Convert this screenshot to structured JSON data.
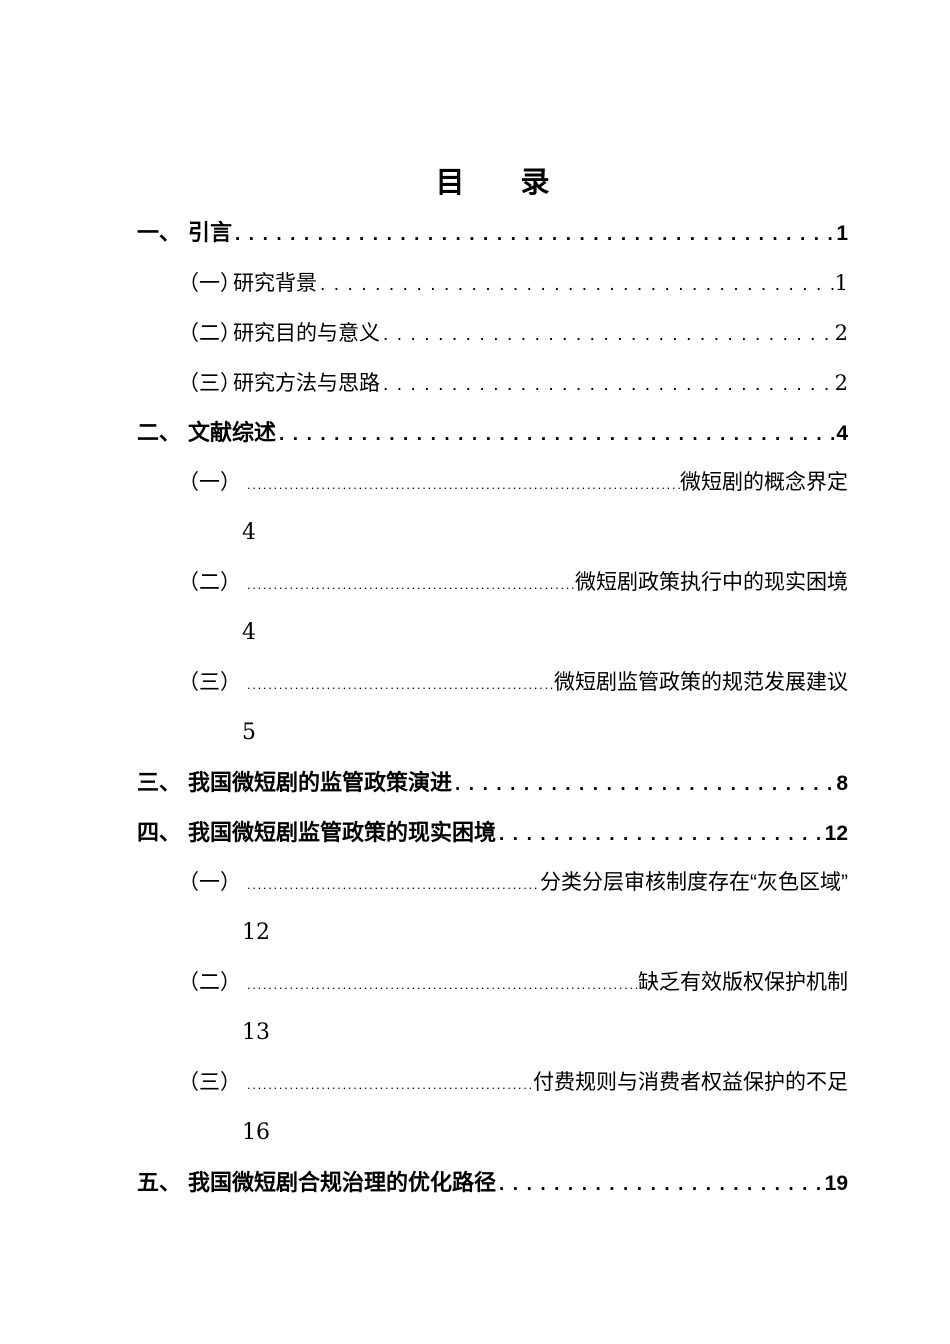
{
  "title": {
    "char1": "目",
    "char2": "录"
  },
  "dots": {
    "char": ".",
    "spaced_repeat": 140,
    "dense_repeat": 400
  },
  "toc": {
    "entries": [
      {
        "type": "h1",
        "num": "一、",
        "title": "引言",
        "page": "1"
      },
      {
        "type": "sub",
        "num": "（一）",
        "title": "研究背景",
        "page": "1"
      },
      {
        "type": "sub",
        "num": "（二）",
        "title": "研究目的与意义",
        "page": "2"
      },
      {
        "type": "sub",
        "num": "（三）",
        "title": "研究方法与思路",
        "page": "2"
      },
      {
        "type": "h1",
        "num": "二、",
        "title": "文献综述",
        "page": "4"
      },
      {
        "type": "wrapped",
        "num": "（一）",
        "title": "微短剧的概念界定",
        "page": "4"
      },
      {
        "type": "wrapped",
        "num": "（二）",
        "title": "微短剧政策执行中的现实困境",
        "page": "4"
      },
      {
        "type": "wrapped",
        "num": "（三）",
        "title": "微短剧监管政策的规范发展建议",
        "page": "5"
      },
      {
        "type": "h1",
        "num": "三、",
        "title": "我国微短剧的监管政策演进",
        "page": "8"
      },
      {
        "type": "h1",
        "num": "四、",
        "title": "我国微短剧监管政策的现实困境",
        "page": "12"
      },
      {
        "type": "wrapped",
        "num": "（一）",
        "title": "分类分层审核制度存在“灰色区域”",
        "page": "12"
      },
      {
        "type": "wrapped",
        "num": "（二）",
        "title": "缺乏有效版权保护机制",
        "page": "13"
      },
      {
        "type": "wrapped",
        "num": "（三）",
        "title": "付费规则与消费者权益保护的不足",
        "page": "16"
      },
      {
        "type": "h1",
        "num": "五、",
        "title": "我国微短剧合规治理的优化路径",
        "page": "19"
      }
    ]
  }
}
